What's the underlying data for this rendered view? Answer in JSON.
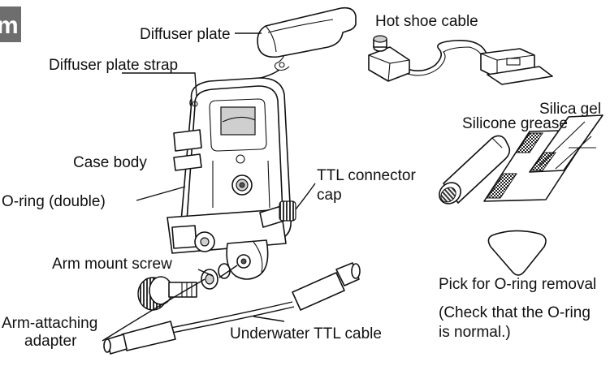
{
  "section_tab": "m",
  "labels": {
    "diffuser_plate": "Diffuser plate",
    "diffuser_plate_strap": "Diffuser plate strap",
    "hot_shoe_cable": "Hot shoe cable",
    "silicone_grease": "Silicone grease",
    "silica_gel": "Silica gel",
    "case_body": "Case body",
    "ttl_connector_cap_line1": "TTL connector",
    "ttl_connector_cap_line2": "cap",
    "o_ring_double": "O-ring (double)",
    "arm_mount_screw": "Arm mount screw",
    "pick_for_o_ring_removal": "Pick for O-ring removal",
    "note_line1": "(Check that the O-ring",
    "note_line2": "is normal.)",
    "arm_attaching_adapter_line1": "Arm-attaching",
    "arm_attaching_adapter_line2": "adapter",
    "underwater_ttl_cable": "Underwater TTL cable"
  },
  "colors": {
    "tab_background": "#6e6e6e",
    "line": "#111111",
    "background": "#ffffff"
  }
}
